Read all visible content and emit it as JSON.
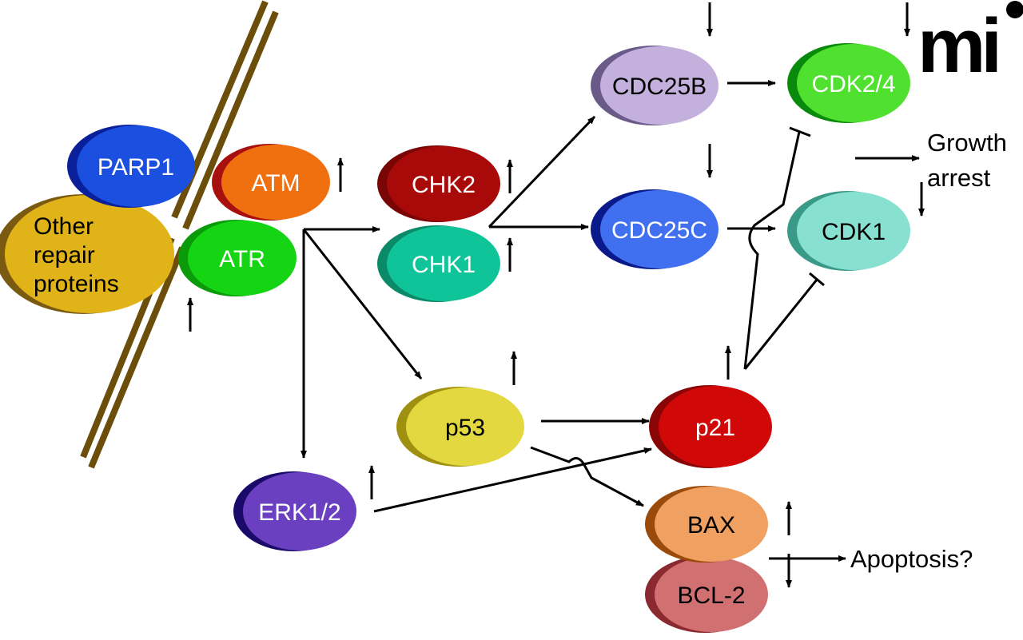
{
  "figure": {
    "logo_text": "mi",
    "nodes": {
      "parp1": {
        "label": "PARP1",
        "fill": "#1a4fe0",
        "shade": "#0a1f9a",
        "text_color": "#ffffff"
      },
      "other": {
        "label_lines": [
          "Other",
          "repair",
          "proteins"
        ],
        "fill": "#e0b318",
        "shade": "#7a5a10",
        "text_color": "#000000"
      },
      "atm": {
        "label": "ATM",
        "fill": "#f07010",
        "shade": "#a81010",
        "text_color": "#ffffff",
        "regulation": "up"
      },
      "atr": {
        "label": "ATR",
        "fill": "#14d414",
        "shade": "#0a9a0a",
        "text_color": "#ffffff",
        "regulation": "up"
      },
      "chk2": {
        "label": "CHK2",
        "fill": "#a80a0a",
        "shade": "#7a0505",
        "text_color": "#ffffff",
        "regulation": "up"
      },
      "chk1": {
        "label": "CHK1",
        "fill": "#10c49a",
        "shade": "#0a8a68",
        "text_color": "#ffffff",
        "regulation": "up"
      },
      "cdc25b": {
        "label": "CDC25B",
        "fill": "#c4b0dc",
        "shade": "#6a5a8a",
        "text_color": "#000000",
        "regulation": "down"
      },
      "cdc25c": {
        "label": "CDC25C",
        "fill": "#4070f0",
        "shade": "#0a1a8a",
        "text_color": "#ffffff",
        "regulation": "down"
      },
      "cdk24": {
        "label": "CDK2/4",
        "fill": "#50e030",
        "shade": "#0a8a0a",
        "text_color": "#ffffff",
        "regulation": "down"
      },
      "cdk1": {
        "label": "CDK1",
        "fill": "#88e0d0",
        "shade": "#3a9a88",
        "text_color": "#000000",
        "regulation": "down"
      },
      "p53": {
        "label": "p53",
        "fill": "#e4d840",
        "shade": "#a09010",
        "text_color": "#000000",
        "regulation": "up"
      },
      "p21": {
        "label": "p21",
        "fill": "#d00808",
        "shade": "#8a0505",
        "text_color": "#ffffff",
        "regulation": "up"
      },
      "erk": {
        "label": "ERK1/2",
        "fill": "#6a40c0",
        "shade": "#1a0a6a",
        "text_color": "#ffffff",
        "regulation": "up"
      },
      "bax": {
        "label": "BAX",
        "fill": "#f0a060",
        "shade": "#9a4a0a",
        "text_color": "#000000",
        "regulation": "up"
      },
      "bcl2": {
        "label": "BCL-2",
        "fill": "#d07070",
        "shade": "#8a2a30",
        "text_color": "#000000",
        "regulation": "down"
      }
    },
    "outcomes": {
      "growth_arrest": [
        "Growth",
        "arrest"
      ],
      "apoptosis": "Apoptosis?"
    },
    "membrane_color": "#6b4e0a"
  }
}
